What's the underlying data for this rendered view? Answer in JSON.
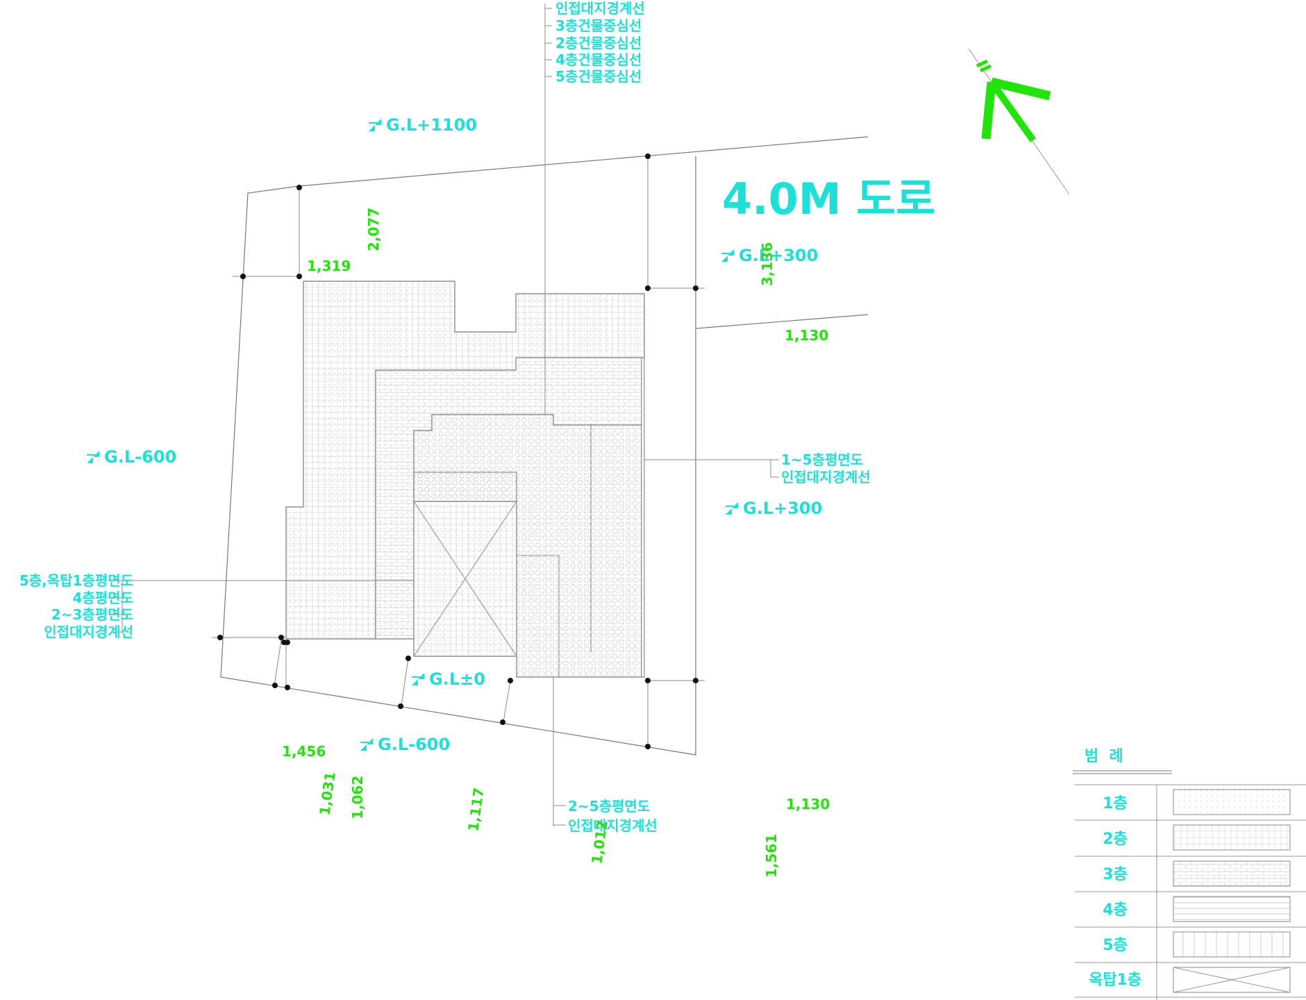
{
  "road_label": "4.0M 도로",
  "ground_levels": [
    "G.L+1100",
    "G.L+300",
    "G.L-600",
    "G.L+300",
    "G.L±0",
    "G.L-600"
  ],
  "top_leader_labels": [
    "인접대지경계선",
    "3층건물중심선",
    "2층건물중심선",
    "4층건물중심선",
    "5층건물중심선"
  ],
  "right_leader_labels": [
    "1~5층평면도",
    "인접대지경계선"
  ],
  "left_leader_labels": [
    "5층,옥탑1층평면도",
    "4층평면도",
    "2~3층평면도",
    "인접대지경계선"
  ],
  "bottom_leader_labels": [
    "2~5층평면도",
    "인접대지경계선"
  ],
  "dimensions": [
    "1,319",
    "2,077",
    "3,136",
    "1,130",
    "1,456",
    "1,031",
    "1,062",
    "1,117",
    "1,012",
    "1,130",
    "1,561"
  ],
  "legend": {
    "title": "범  례",
    "rows": [
      "1층",
      "2층",
      "3층",
      "4층",
      "5층",
      "옥탑1층"
    ]
  },
  "colors": {
    "label_cyan": "#1de0d6",
    "dimension_green": "#22e40a",
    "north_arrow": "#22e40a"
  },
  "icons": [
    "north-arrow-icon",
    "level-marker-icon"
  ]
}
